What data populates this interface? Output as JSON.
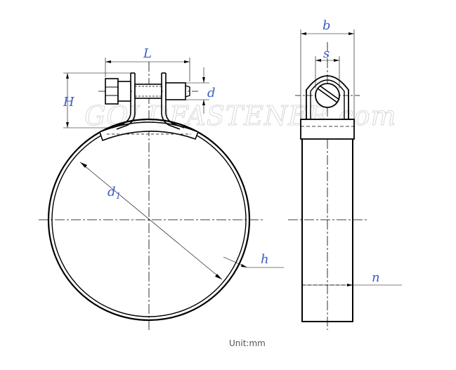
{
  "labels": {
    "L": "L",
    "H": "H",
    "d": "d",
    "d1_main": "d",
    "d1_sub": "1",
    "h": "h",
    "b": "b",
    "s": "s",
    "n": "n"
  },
  "watermark": "GOLDFASTENER.com",
  "unit": "Unit:mm",
  "colors": {
    "dimension_text": "#3a5fc4",
    "line": "#000000",
    "watermark": "#cfcfcf"
  }
}
